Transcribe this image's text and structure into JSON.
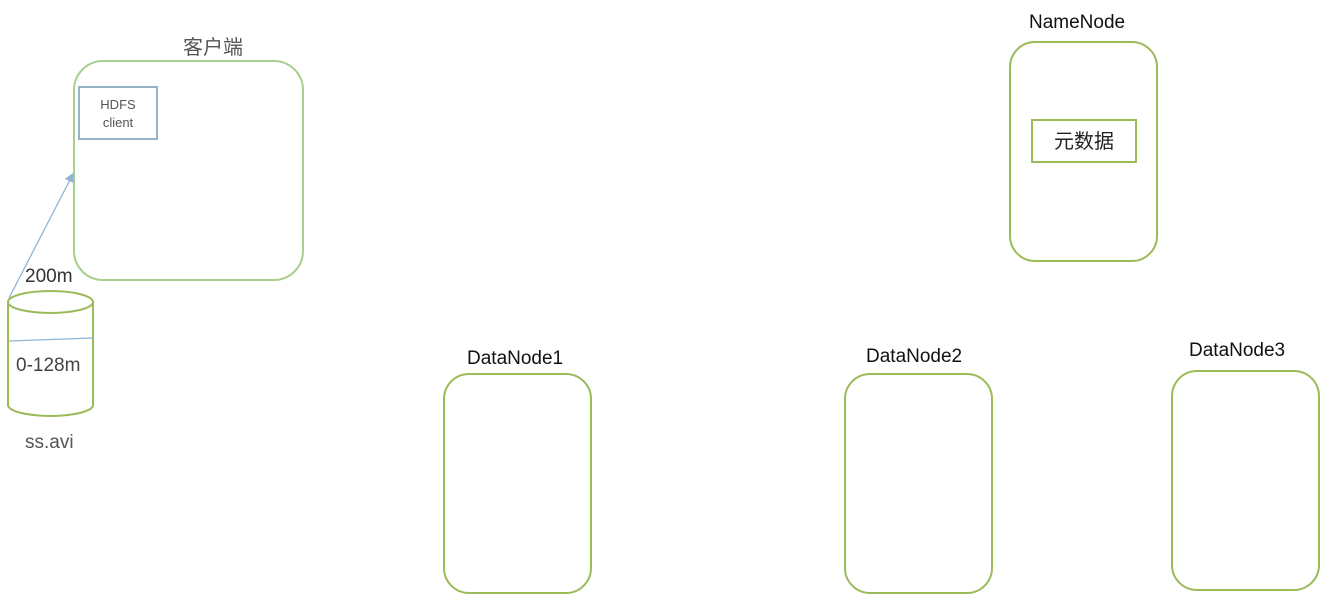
{
  "client": {
    "title": "客户端",
    "hdfs_client_line1": "HDFS",
    "hdfs_client_line2": "client"
  },
  "file": {
    "size_label": "200m",
    "block_label": "0-128m",
    "filename": "ss.avi"
  },
  "namenode": {
    "title": "NameNode",
    "metadata_label": "元数据"
  },
  "datanodes": [
    {
      "title": "DataNode1"
    },
    {
      "title": "DataNode2"
    },
    {
      "title": "DataNode3"
    }
  ],
  "colors": {
    "node_border": "#9bbb59",
    "client_border": "#a9cf8e",
    "hdfs_box_border": "#93b4c8",
    "arrow": "#8fb4d4"
  }
}
